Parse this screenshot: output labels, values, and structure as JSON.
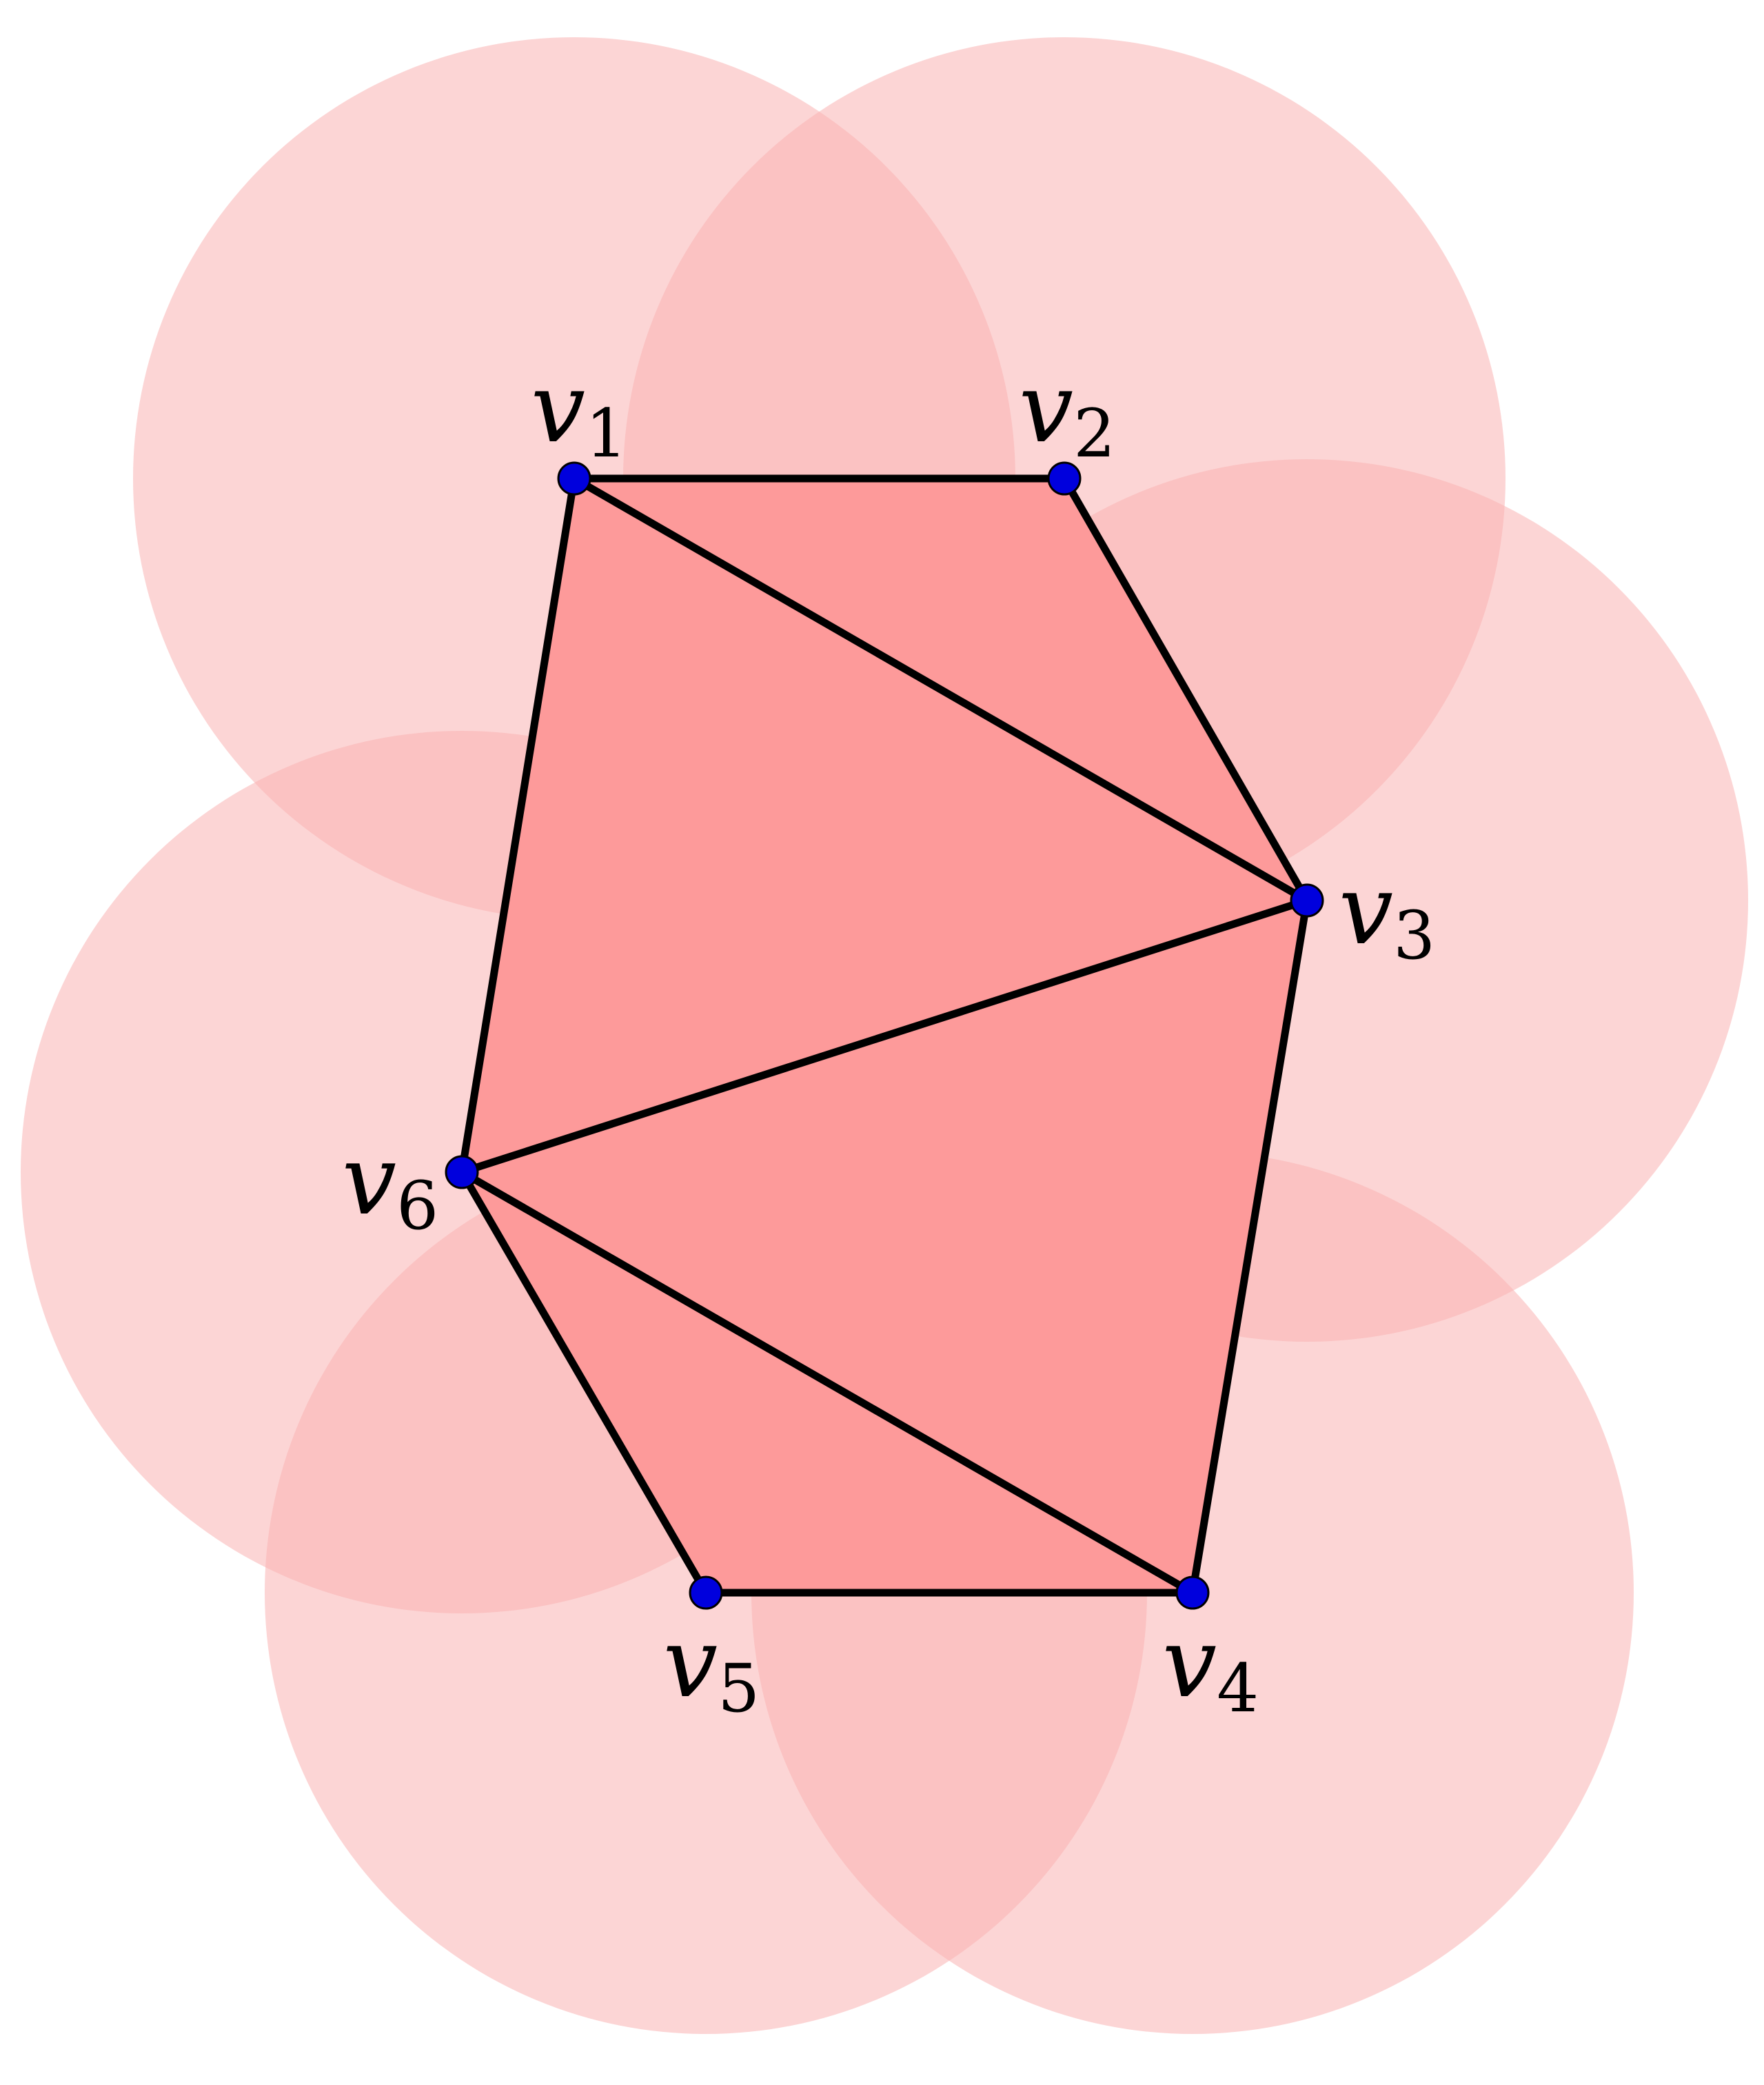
{
  "colors": {
    "disk": "#f9b3b3",
    "face": "#fd9a9a",
    "edge": "#000000",
    "vertex": "#0000dd"
  },
  "vertices": [
    {
      "id": "v1",
      "label": "v",
      "sub": "1"
    },
    {
      "id": "v2",
      "label": "v",
      "sub": "2"
    },
    {
      "id": "v3",
      "label": "v",
      "sub": "3"
    },
    {
      "id": "v4",
      "label": "v",
      "sub": "4"
    },
    {
      "id": "v5",
      "label": "v",
      "sub": "5"
    },
    {
      "id": "v6",
      "label": "v",
      "sub": "6"
    }
  ],
  "edges": [
    [
      "v1",
      "v2"
    ],
    [
      "v2",
      "v3"
    ],
    [
      "v3",
      "v4"
    ],
    [
      "v4",
      "v5"
    ],
    [
      "v5",
      "v6"
    ],
    [
      "v6",
      "v1"
    ],
    [
      "v1",
      "v3"
    ],
    [
      "v3",
      "v6"
    ],
    [
      "v6",
      "v4"
    ]
  ],
  "faces": [
    [
      "v1",
      "v2",
      "v3"
    ],
    [
      "v1",
      "v3",
      "v6"
    ],
    [
      "v3",
      "v4",
      "v6"
    ],
    [
      "v4",
      "v5",
      "v6"
    ]
  ]
}
